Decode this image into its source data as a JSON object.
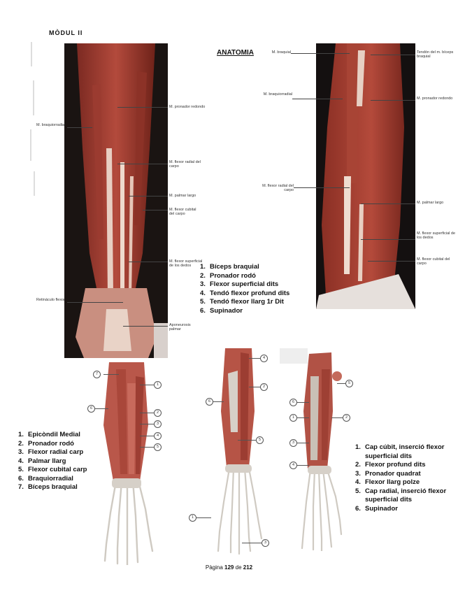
{
  "page": {
    "header": "MÒDUL II",
    "section_title": "ANATOMIA",
    "footer": {
      "prefix": "Pàgina",
      "current": "129",
      "middle": "de",
      "total": "212"
    }
  },
  "photo_left": {
    "labels": [
      "M. pronador redondo",
      "M. braquiorradial",
      "M. flexor radial del carpo",
      "M. palmar largo",
      "M. flexor cubital del carpo",
      "M. flexor superficial de los dedos",
      "Retináculo flexor",
      "Aponeurosis palmar"
    ]
  },
  "photo_right": {
    "labels": [
      "M. braquial",
      "Tendón del m. bíceps braquial",
      "M. braquiorradial",
      "M. pronador redondo",
      "M. flexor radial del carpo",
      "M. palmar largo",
      "M. flexor superficial de los dedos",
      "M. flexor cubital del carpo"
    ]
  },
  "list_photo": [
    "Bíceps braquial",
    "Pronador rodó",
    "Flexor superficial dits",
    "Tendó flexor profund dits",
    "Tendó flexor llarg 1r Dit",
    "Supinador"
  ],
  "list_left": [
    "Epicòndil Medial",
    "Pronador rodó",
    "Flexor radial carp",
    "Palmar llarg",
    "Flexor cubital carp",
    "Braquiorradial",
    "Bíceps braquial"
  ],
  "list_right": [
    "Cap cúbit, inserció flexor superficial dits",
    "Flexor profund dits",
    "Pronador quadrat",
    "Flexor llarg polze",
    "Cap radial, inserció flexor superficial dits",
    "Supinador"
  ],
  "markers": {
    "left_diagram": [
      "7",
      "1",
      "6",
      "2",
      "3",
      "4",
      "5"
    ],
    "middle_diagram": [
      "4",
      "2",
      "6",
      "5",
      "1",
      "3"
    ],
    "right_diagram": [
      "5",
      "6",
      "1",
      "2",
      "3",
      "4"
    ]
  }
}
